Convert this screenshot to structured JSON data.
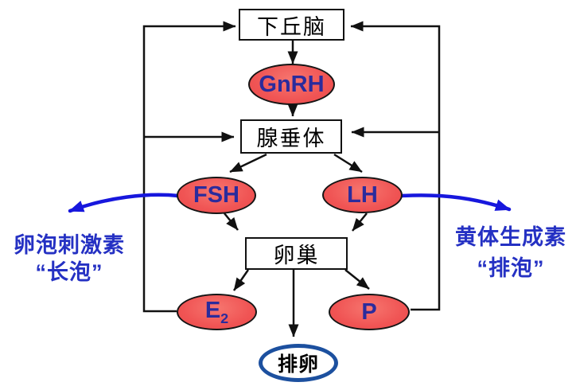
{
  "diagram": {
    "type": "flowchart",
    "topic": "hypothalamus-pituitary-ovary hormonal axis",
    "nodes": {
      "hypothalamus": "下丘脑",
      "gnrh": "GnRH",
      "pituitary": "腺垂体",
      "fsh": "FSH",
      "lh": "LH",
      "ovary": "卵巢",
      "estradiol_base": "E",
      "estradiol_sub": "2",
      "progesterone": "P",
      "ovulation": "排卵"
    },
    "annotations": {
      "fsh_name": "卵泡刺激素",
      "fsh_effect": "“长泡”",
      "lh_name": "黄体生成素",
      "lh_effect": "“排泡”"
    },
    "colors": {
      "hormone_ellipse_fill": "#f05454",
      "hormone_text": "#2b2b9c",
      "connector_black": "#111111",
      "blue_arrow": "#1717dd",
      "blue_annotation_text": "#2531c3",
      "ovulation_ring": "#1c509f"
    }
  }
}
